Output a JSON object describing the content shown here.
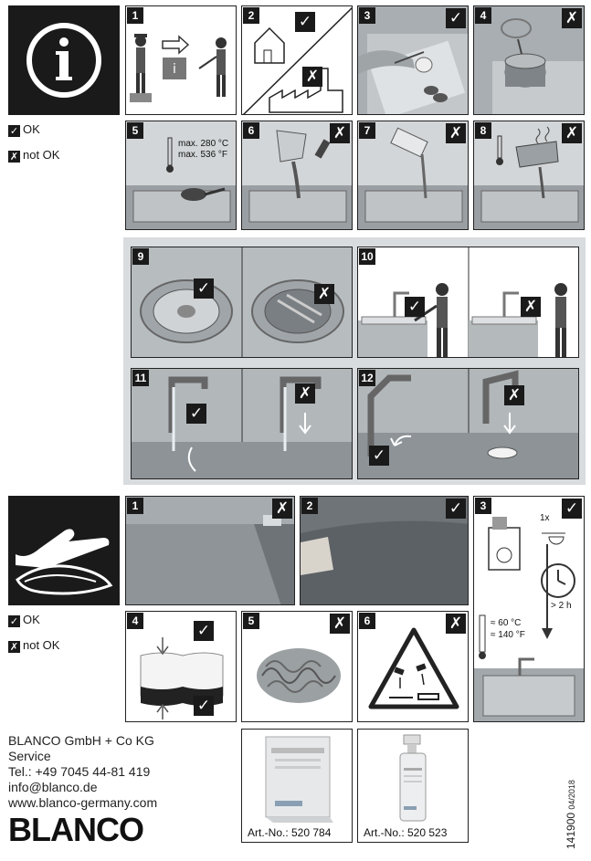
{
  "legend_top": {
    "ok": "OK",
    "not_ok": "not OK"
  },
  "legend_bottom": {
    "ok": "OK",
    "not_ok": "not OK"
  },
  "marks": {
    "ok": "✓",
    "not_ok": "✗"
  },
  "icons": {
    "info": "info-icon",
    "cleaning": "hand-cloth-icon"
  },
  "panels_top": [
    "1",
    "2",
    "3",
    "4",
    "5",
    "6",
    "7",
    "8"
  ],
  "panels_middle": [
    "9",
    "10",
    "11",
    "12"
  ],
  "panels_bottom": [
    "1",
    "2",
    "3",
    "4",
    "5",
    "6"
  ],
  "panel5_temp": [
    "max. 280 °C",
    "max. 536 °F"
  ],
  "panel3b": {
    "times": "1x",
    "duration": "> 2 h",
    "temp_c": "≈  60 °C",
    "temp_f": "≈ 140 °F"
  },
  "company": {
    "name": "BLANCO GmbH + Co KG",
    "dept": "Service",
    "tel": "Tel.: +49 7045 44-81 419",
    "email": "info@blanco.de",
    "web": "www.blanco-germany.com",
    "logo": "BLANCO"
  },
  "products": [
    {
      "art": "Art.-No.: 520 784"
    },
    {
      "art": "Art.-No.: 520 523"
    }
  ],
  "doc_code": "141900",
  "doc_date": "04/2018",
  "colors": {
    "dark": "#1a1a1a",
    "steel": "#a9aeb2",
    "panel_bg": "#d9dcdf"
  }
}
